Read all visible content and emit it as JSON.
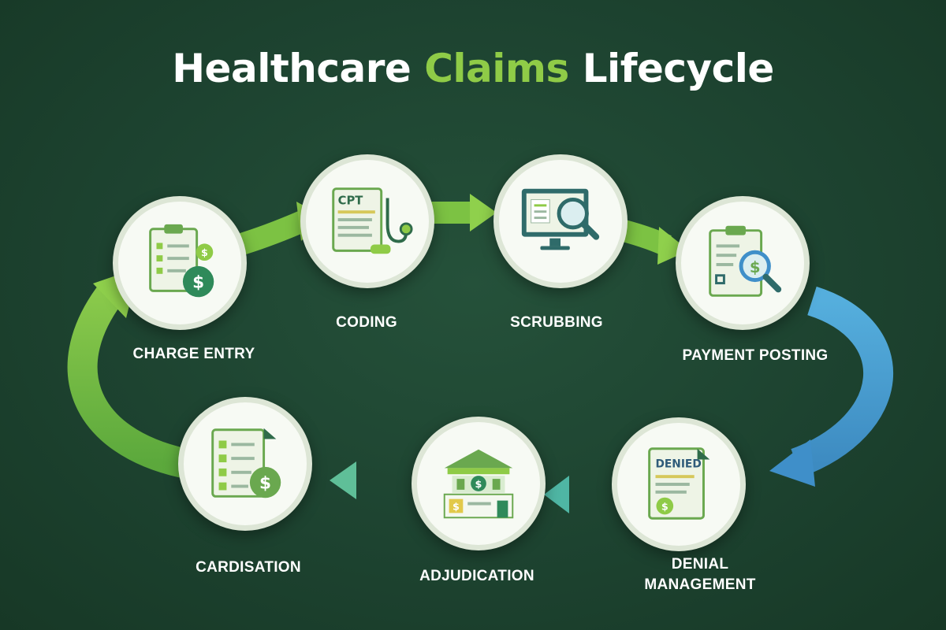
{
  "title": {
    "part1": "Healthcare ",
    "accent": "Claims",
    "part2": " Lifecycle"
  },
  "steps": [
    {
      "label": "CHARGE ENTRY",
      "icon": "clipboard-dollar-icon"
    },
    {
      "label": "CODING",
      "icon": "cpt-stethoscope-icon"
    },
    {
      "label": "SCRUBBING",
      "icon": "monitor-magnifier-icon"
    },
    {
      "label": "PAYMENT POSTING",
      "icon": "clipboard-magnifier-dollar-icon"
    },
    {
      "label": "DENIAL",
      "label2": "MANAGEMENT",
      "icon": "denied-document-icon",
      "stamp": "DENIED"
    },
    {
      "label": "ADJUDICATION",
      "icon": "bank-building-icon"
    },
    {
      "label": "CARDISATION",
      "icon": "checklist-dollar-icon"
    }
  ],
  "icons": {
    "cpt_text": "CPT",
    "dollar": "$"
  },
  "colors": {
    "green_arrow": "#7cc243",
    "blue_arrow": "#4aa3d8",
    "teal_arrow": "#4fb6a4",
    "accent": "#8fcb47"
  }
}
